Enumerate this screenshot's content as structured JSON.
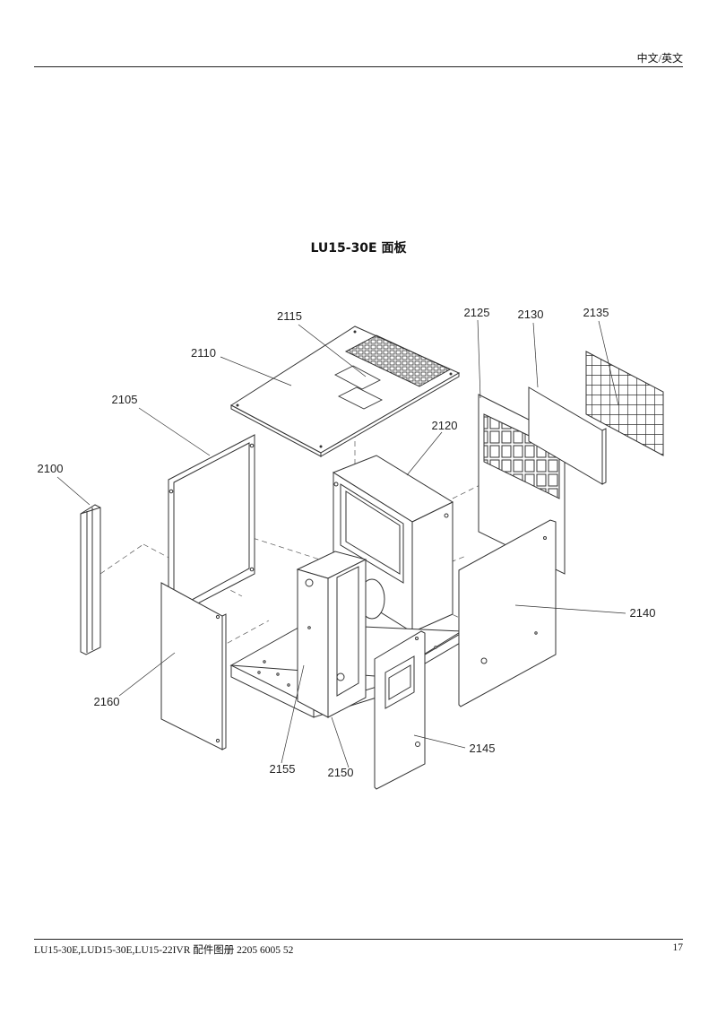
{
  "header": {
    "language_label": "中文/英文"
  },
  "title": "LU15-30E 面板",
  "footer": {
    "doc_title": "LU15-30E,LUD15-30E,LU15-22IVR  配件图册 2205 6005 52",
    "page_number": "17"
  },
  "parts": [
    {
      "id": "2100"
    },
    {
      "id": "2105"
    },
    {
      "id": "2110"
    },
    {
      "id": "2115"
    },
    {
      "id": "2120"
    },
    {
      "id": "2125"
    },
    {
      "id": "2130"
    },
    {
      "id": "2135"
    },
    {
      "id": "2140"
    },
    {
      "id": "2145"
    },
    {
      "id": "2150"
    },
    {
      "id": "2155"
    },
    {
      "id": "2160"
    }
  ]
}
